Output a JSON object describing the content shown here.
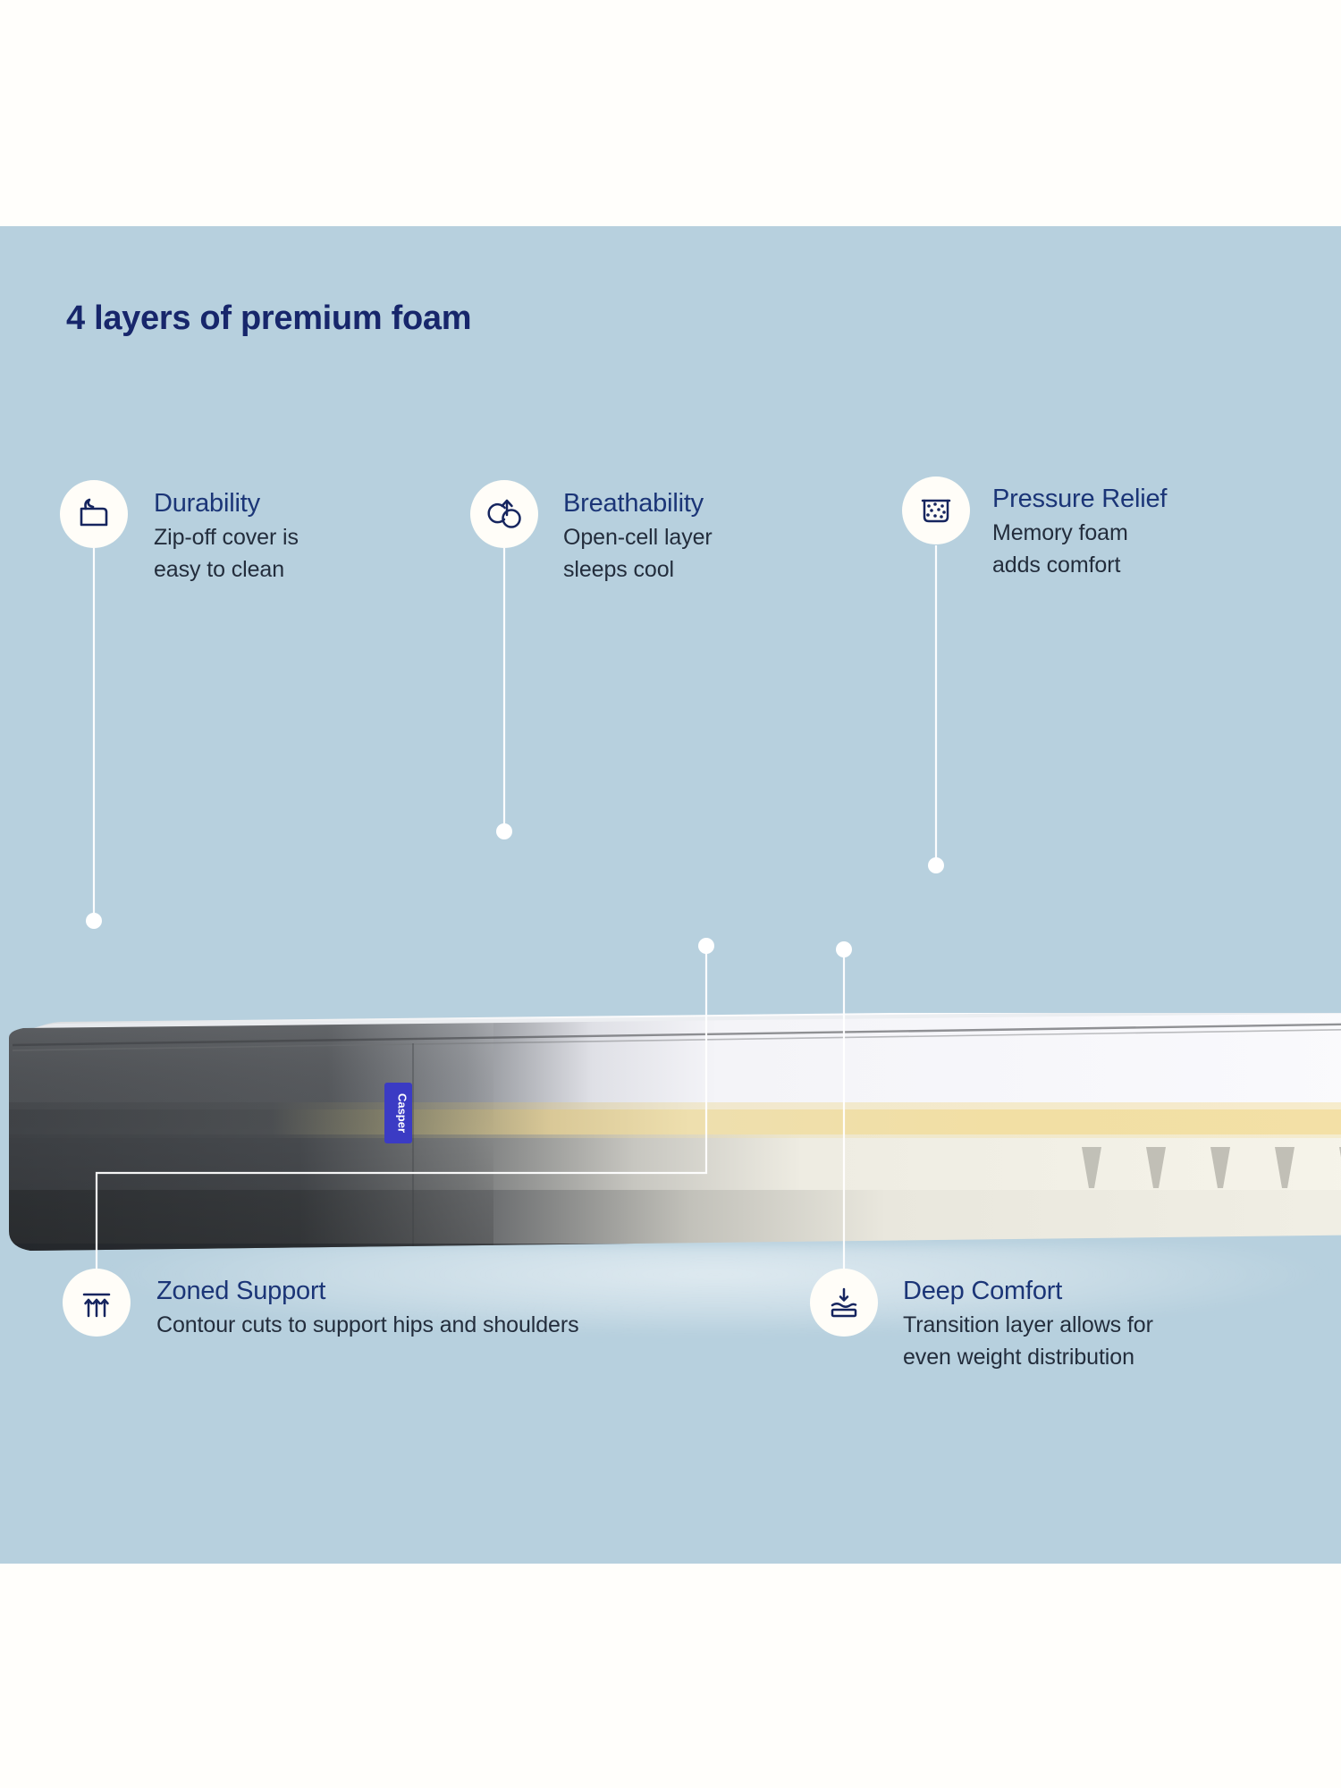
{
  "page": {
    "background_color": "#b7d0de",
    "outer_color": "#fffefb",
    "heading": "4 layers of premium foam",
    "heading_color": "#17266b",
    "title_color": "#1b3577",
    "body_color": "#232d3c"
  },
  "product": {
    "brand_label": "Casper",
    "brand_tag_color": "#3b3bc4",
    "cover_color": "#55585b",
    "layers": [
      {
        "name": "cover",
        "color": "#5c6064"
      },
      {
        "name": "open-cell-top",
        "color": "#f2f2f6"
      },
      {
        "name": "memory-foam",
        "color": "#e8d9a0"
      },
      {
        "name": "transition-layer",
        "color": "#f4f1e6"
      },
      {
        "name": "zoned-support",
        "color": "#d9d7cc"
      }
    ]
  },
  "callouts": [
    {
      "id": "durability",
      "icon": "zip-cover-icon",
      "title": "Durability",
      "desc": "Zip-off cover is\neasy to clean"
    },
    {
      "id": "breathability",
      "icon": "open-cell-airflow-icon",
      "title": "Breathability",
      "desc": "Open-cell layer\nsleeps cool"
    },
    {
      "id": "pressure-relief",
      "icon": "memory-foam-cells-icon",
      "title": "Pressure Relief",
      "desc": "Memory foam\nadds comfort"
    },
    {
      "id": "zoned-support",
      "icon": "upward-arrows-icon",
      "title": "Zoned Support",
      "desc": "Contour cuts to support hips and shoulders"
    },
    {
      "id": "deep-comfort",
      "icon": "downward-pressure-layer-icon",
      "title": "Deep Comfort",
      "desc": "Transition layer allows for\neven weight distribution"
    }
  ]
}
